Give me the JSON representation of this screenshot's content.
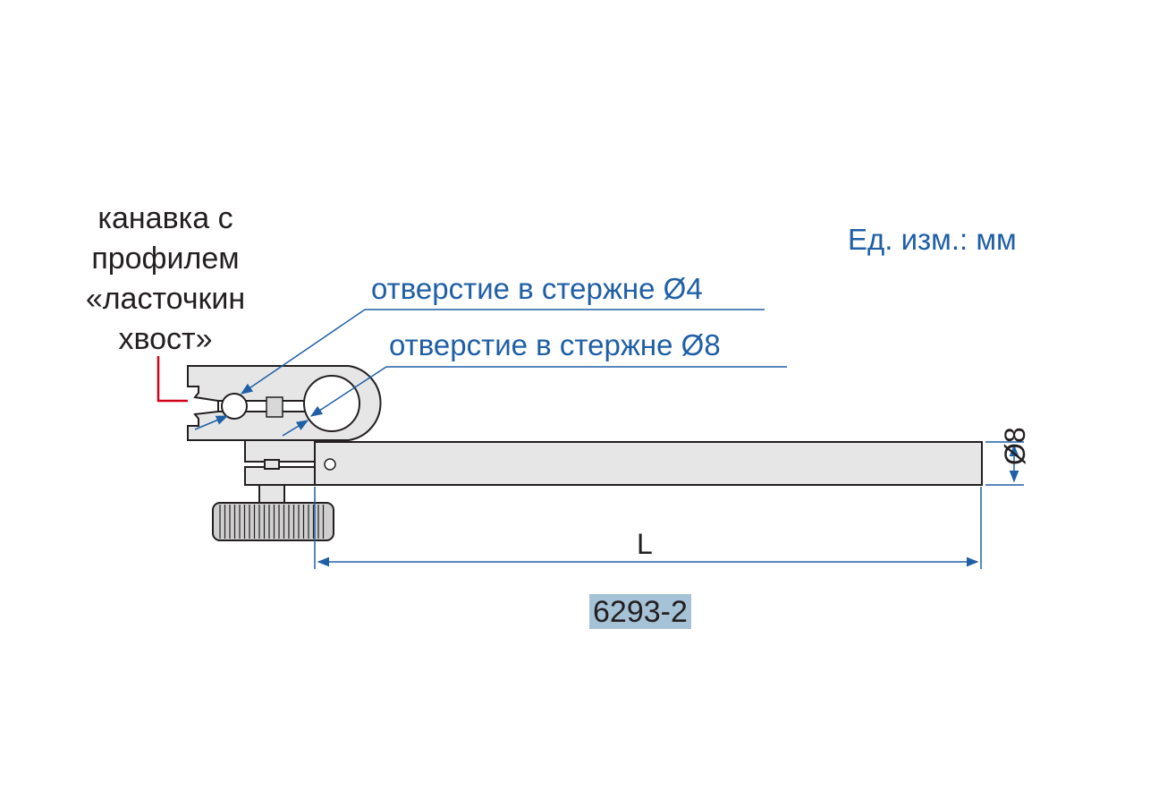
{
  "labels": {
    "dovetail_lines": [
      "канавка с",
      "профилем",
      "«ласточкин",
      "хвост»"
    ],
    "units": "Ед. изм.: мм",
    "hole_4": "отверстие в стержне Ø4",
    "hole_8": "отверстие в стержне Ø8",
    "length": "L",
    "diameter": "Ø8",
    "model": "6293-2"
  },
  "colors": {
    "outline": "#231f20",
    "part_fill": "#e6e6e6",
    "dimension": "#1f5fa5",
    "pointer_red": "#d0021b",
    "model_badge": "#a6c2d6"
  }
}
